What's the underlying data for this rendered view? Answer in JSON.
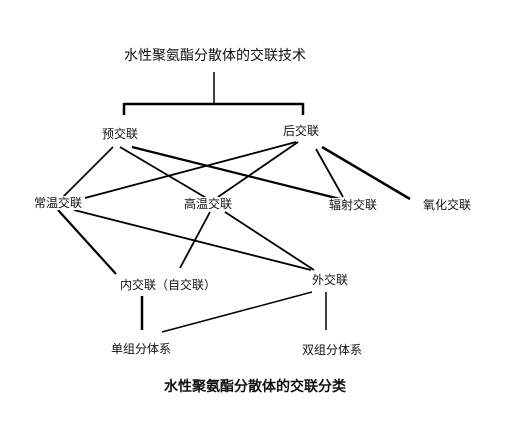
{
  "diagram": {
    "root": "水性聚氨酯分散体的交联技术",
    "level1": {
      "pre": "预交联",
      "post": "后交联"
    },
    "level2": {
      "room_temp": "常温交联",
      "high_temp": "高温交联",
      "radiation": "辐射交联",
      "oxidation": "氧化交联"
    },
    "level3": {
      "internal": "内交联（自交联）",
      "external": "外交联"
    },
    "level4": {
      "one_component": "单组分体系",
      "two_component": "双组分体系"
    },
    "caption": "水性聚氨酯分散体的交联分类"
  }
}
